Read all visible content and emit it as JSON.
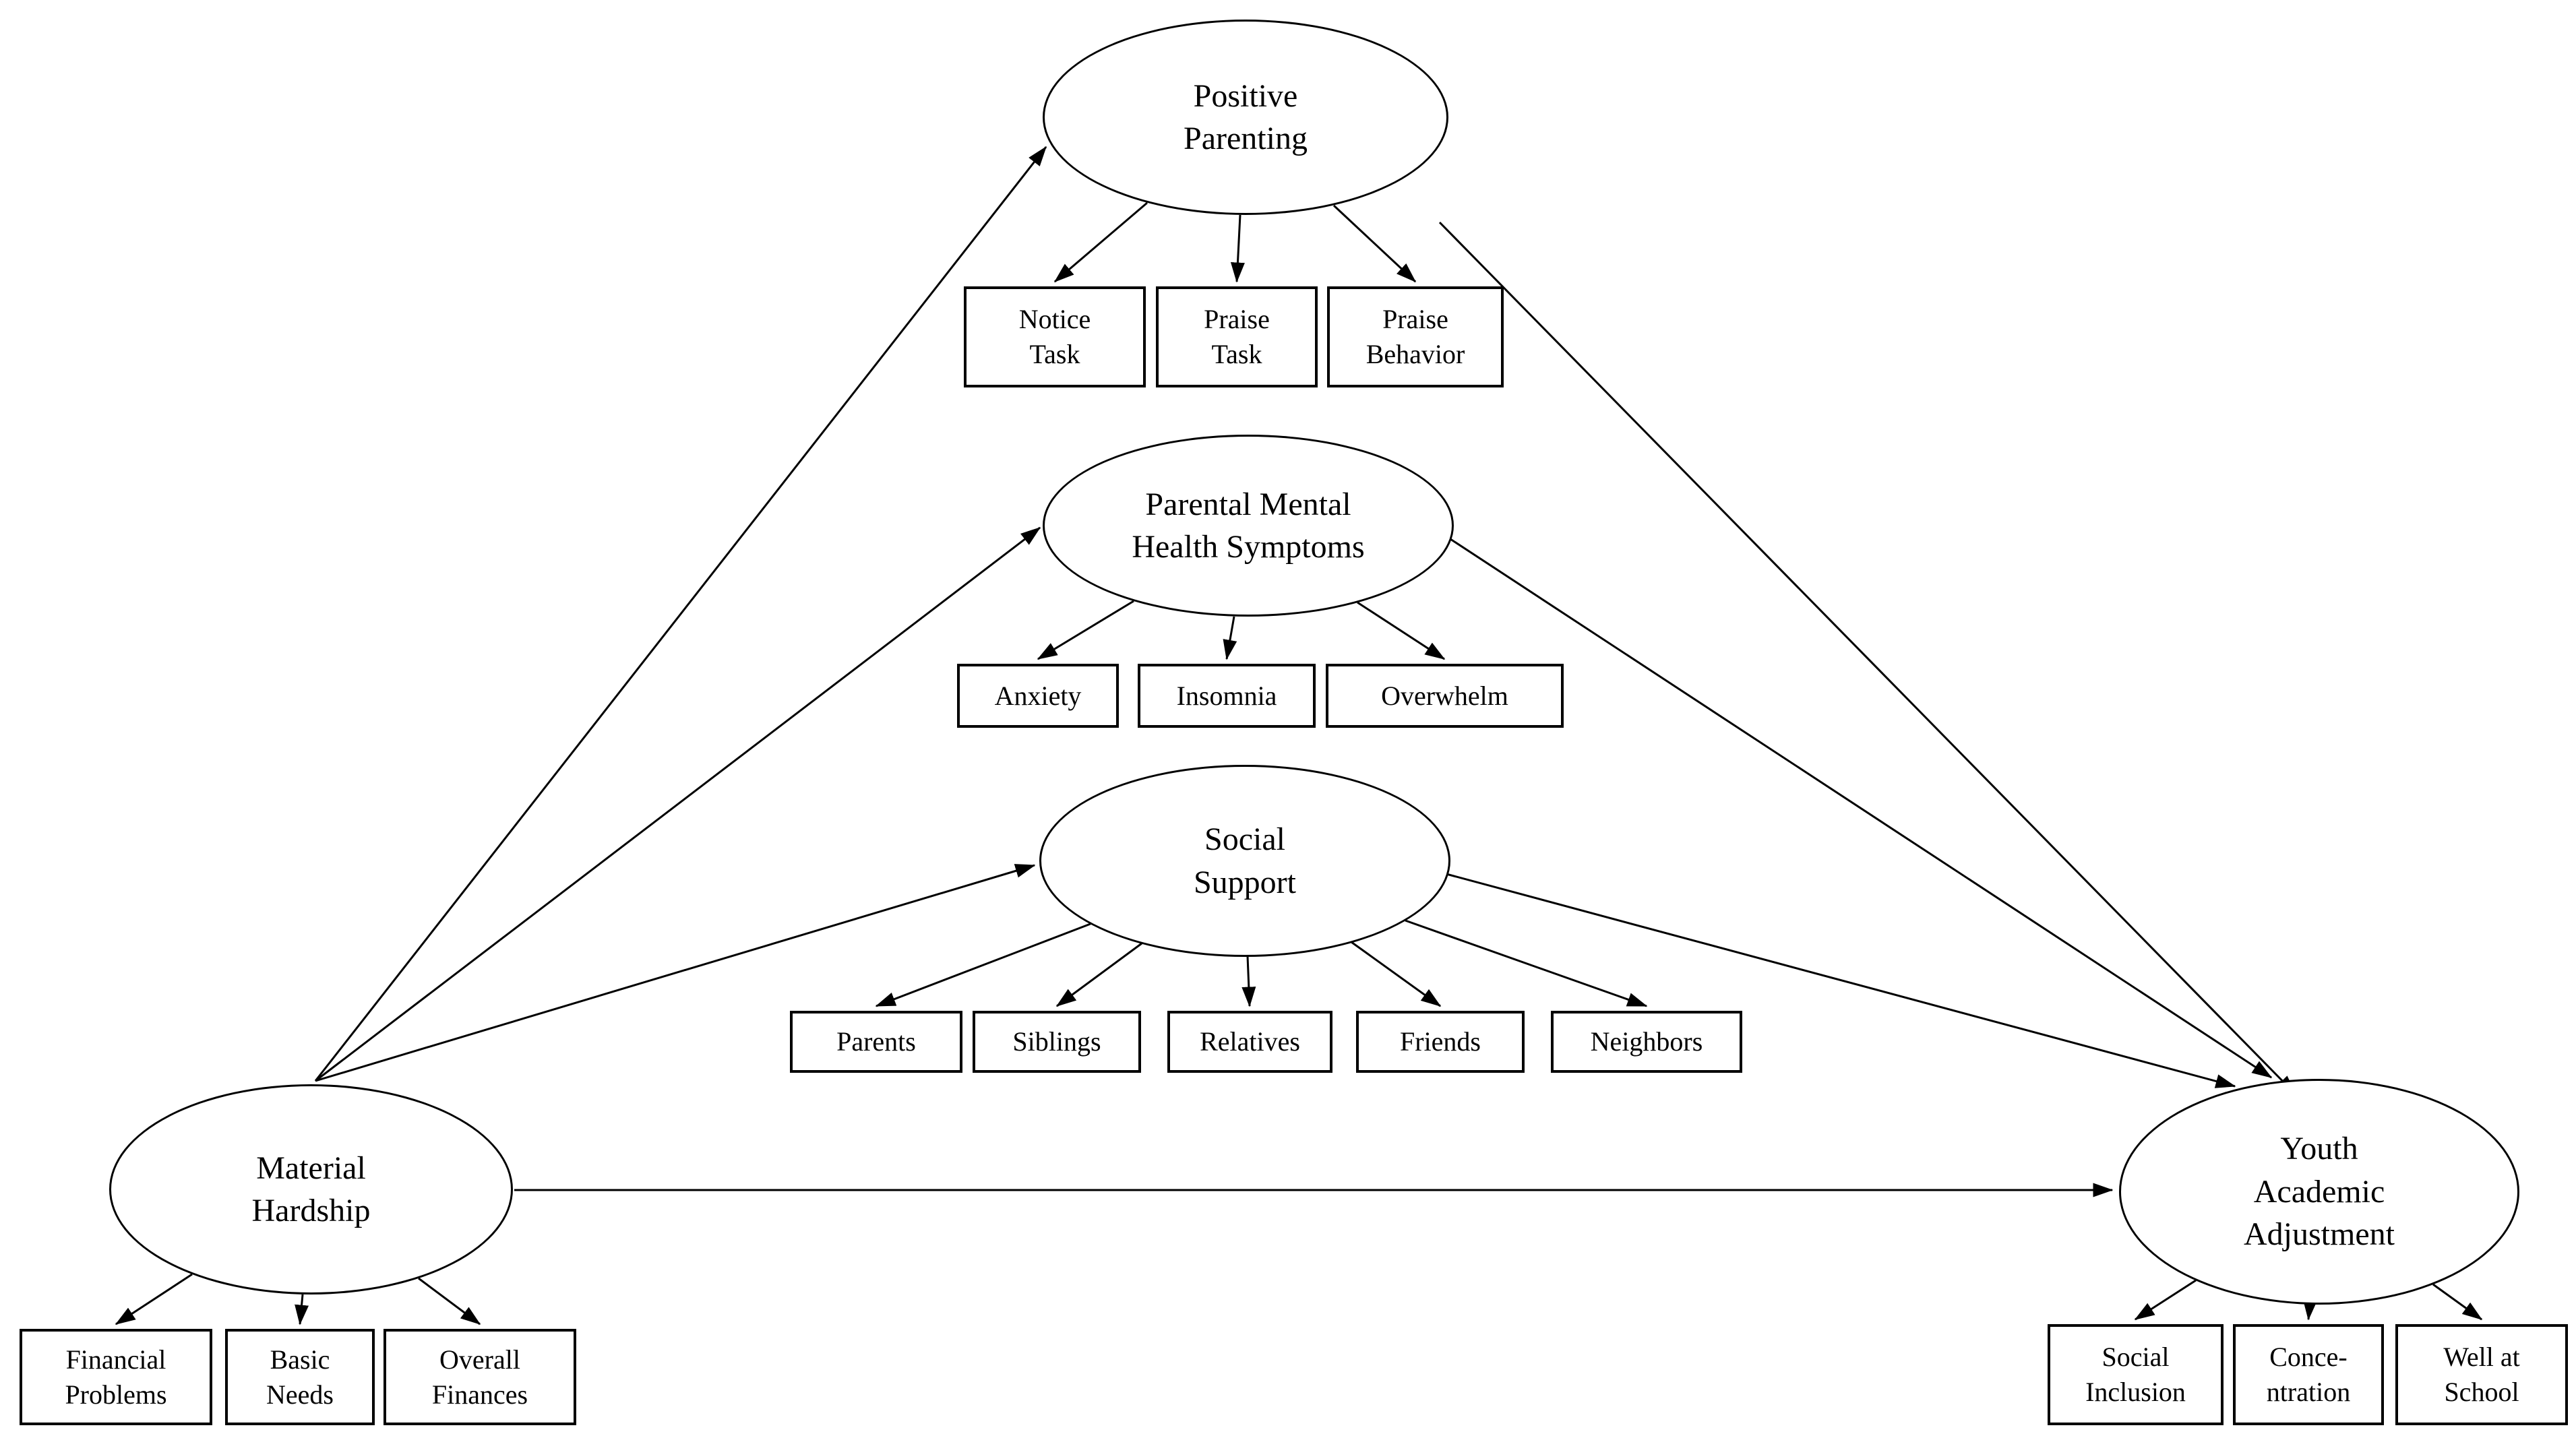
{
  "diagram": {
    "colors": {
      "line": "#000000",
      "background": "#ffffff",
      "text": "#000000"
    },
    "nodes": {
      "positive_parenting": {
        "type": "latent",
        "label": "Positive\nParenting"
      },
      "parental_mental_health": {
        "type": "latent",
        "label": "Parental Mental\nHealth Symptoms"
      },
      "social_support": {
        "type": "latent",
        "label": "Social\nSupport"
      },
      "material_hardship": {
        "type": "latent",
        "label": "Material\nHardship"
      },
      "youth_academic_adjustment": {
        "type": "latent",
        "label": "Youth\nAcademic\nAdjustment"
      },
      "notice_task": {
        "type": "indicator",
        "label": "Notice\nTask"
      },
      "praise_task": {
        "type": "indicator",
        "label": "Praise\nTask"
      },
      "praise_behavior": {
        "type": "indicator",
        "label": "Praise\nBehavior"
      },
      "anxiety": {
        "type": "indicator",
        "label": "Anxiety"
      },
      "insomnia": {
        "type": "indicator",
        "label": "Insomnia"
      },
      "overwhelm": {
        "type": "indicator",
        "label": "Overwhelm"
      },
      "parents": {
        "type": "indicator",
        "label": "Parents"
      },
      "siblings": {
        "type": "indicator",
        "label": "Siblings"
      },
      "relatives": {
        "type": "indicator",
        "label": "Relatives"
      },
      "friends": {
        "type": "indicator",
        "label": "Friends"
      },
      "neighbors": {
        "type": "indicator",
        "label": "Neighbors"
      },
      "financial_problems": {
        "type": "indicator",
        "label": "Financial\nProblems"
      },
      "basic_needs": {
        "type": "indicator",
        "label": "Basic\nNeeds"
      },
      "overall_finances": {
        "type": "indicator",
        "label": "Overall\nFinances"
      },
      "social_inclusion": {
        "type": "indicator",
        "label": "Social\nInclusion"
      },
      "concentration": {
        "type": "indicator",
        "label": "Conce-\nntration"
      },
      "well_at_school": {
        "type": "indicator",
        "label": "Well at\nSchool"
      }
    },
    "edges": [
      {
        "from": "material_hardship",
        "to": "positive_parenting"
      },
      {
        "from": "material_hardship",
        "to": "parental_mental_health"
      },
      {
        "from": "material_hardship",
        "to": "social_support"
      },
      {
        "from": "material_hardship",
        "to": "youth_academic_adjustment"
      },
      {
        "from": "positive_parenting",
        "to": "youth_academic_adjustment"
      },
      {
        "from": "parental_mental_health",
        "to": "youth_academic_adjustment"
      },
      {
        "from": "social_support",
        "to": "youth_academic_adjustment"
      },
      {
        "from": "positive_parenting",
        "to": "notice_task"
      },
      {
        "from": "positive_parenting",
        "to": "praise_task"
      },
      {
        "from": "positive_parenting",
        "to": "praise_behavior"
      },
      {
        "from": "parental_mental_health",
        "to": "anxiety"
      },
      {
        "from": "parental_mental_health",
        "to": "insomnia"
      },
      {
        "from": "parental_mental_health",
        "to": "overwhelm"
      },
      {
        "from": "social_support",
        "to": "parents"
      },
      {
        "from": "social_support",
        "to": "siblings"
      },
      {
        "from": "social_support",
        "to": "relatives"
      },
      {
        "from": "social_support",
        "to": "friends"
      },
      {
        "from": "social_support",
        "to": "neighbors"
      },
      {
        "from": "material_hardship",
        "to": "financial_problems"
      },
      {
        "from": "material_hardship",
        "to": "basic_needs"
      },
      {
        "from": "material_hardship",
        "to": "overall_finances"
      },
      {
        "from": "youth_academic_adjustment",
        "to": "social_inclusion"
      },
      {
        "from": "youth_academic_adjustment",
        "to": "concentration"
      },
      {
        "from": "youth_academic_adjustment",
        "to": "well_at_school"
      }
    ]
  }
}
